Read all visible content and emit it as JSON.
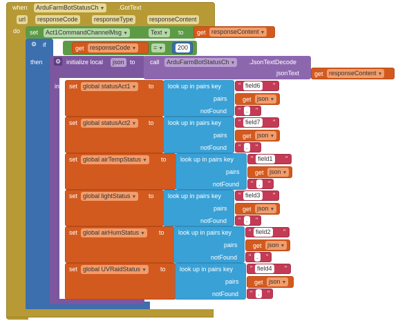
{
  "event": {
    "when": "when",
    "component": "ArduFarmBotStatusCh",
    "method": ".GotText",
    "params": [
      "url",
      "responseCode",
      "responseType",
      "responseContent"
    ],
    "do": "do"
  },
  "set_block": {
    "set": "set",
    "component": "Act1CommandChannelMsg",
    "property": "Text",
    "to": "to",
    "get": "get",
    "var": "responseContent"
  },
  "if_block": {
    "if": "if",
    "get": "get",
    "var": "responseCode",
    "op": "=",
    "value": "200",
    "then": "then"
  },
  "local_block": {
    "initialize": "initialize local",
    "name": "json",
    "to": "to",
    "call": "call",
    "component": "ArduFarmBotStatusCh",
    "method": ".JsonTextDecode",
    "arg_label": "jsonText",
    "get": "get",
    "var": "responseContent",
    "in": "in"
  },
  "lookup_labels": {
    "set": "set",
    "to": "to",
    "lookup": "look up in pairs  key",
    "pairs": "pairs",
    "notFound": "notFound",
    "get": "get",
    "json": "json",
    "notfound_value": "."
  },
  "assignments": [
    {
      "var": "global statusAct1",
      "key": "field6"
    },
    {
      "var": "global statusAct2",
      "key": "field7"
    },
    {
      "var": "global airTempStatus",
      "key": "field1"
    },
    {
      "var": "global lightStatus",
      "key": "field3"
    },
    {
      "var": "global airHumStatus",
      "key": "field2"
    },
    {
      "var": "global UVRaidStatus",
      "key": "field4"
    }
  ],
  "colors": {
    "event": "#b79a35",
    "set": "#5d9a46",
    "control": "#3b6fae",
    "procedure": "#7c569f",
    "variable": "#d35a1f",
    "list": "#3aa1d6",
    "text": "#c33b55"
  }
}
